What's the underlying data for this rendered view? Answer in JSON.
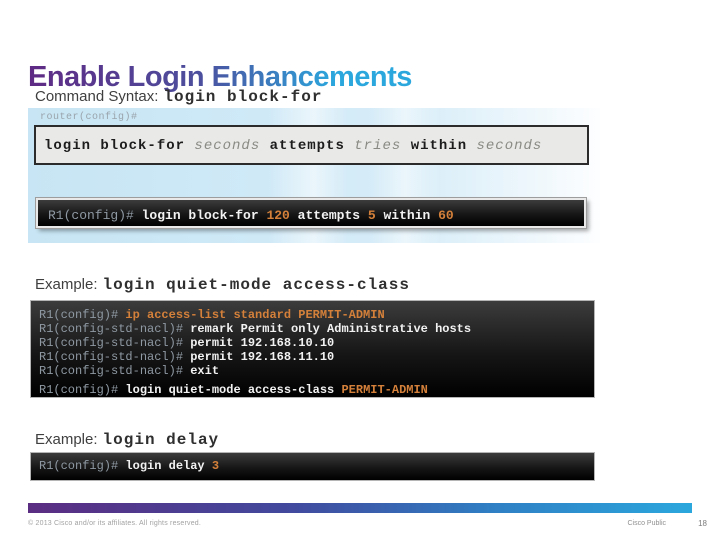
{
  "title": "Enable Login Enhancements",
  "command_syntax": {
    "label": "Command Syntax:",
    "command": "login block-for"
  },
  "syntax_panel": {
    "prompt": "router(config)#",
    "syntax": [
      {
        "text": "login block-for ",
        "style": "kw"
      },
      {
        "text": "seconds ",
        "style": "var"
      },
      {
        "text": "attempts ",
        "style": "kw"
      },
      {
        "text": "tries ",
        "style": "var"
      },
      {
        "text": "within ",
        "style": "kw"
      },
      {
        "text": "seconds",
        "style": "var"
      }
    ],
    "console_line": [
      {
        "text": "R1(config)# ",
        "style": "prompt"
      },
      {
        "text": "login block-for ",
        "style": "cmd"
      },
      {
        "text": "120 ",
        "style": "arg"
      },
      {
        "text": "attempts ",
        "style": "cmd"
      },
      {
        "text": "5 ",
        "style": "arg"
      },
      {
        "text": "within ",
        "style": "cmd"
      },
      {
        "text": "60",
        "style": "arg"
      }
    ]
  },
  "example_quiet_mode": {
    "label": "Example:",
    "command": "login quiet-mode access-class"
  },
  "quiet_mode_console": {
    "lines": [
      [
        {
          "text": "R1(config)# ",
          "style": "prompt"
        },
        {
          "text": "ip access-list standard PERMIT-ADMIN",
          "style": "arg"
        }
      ],
      [
        {
          "text": "R1(config-std-nacl)# ",
          "style": "prompt"
        },
        {
          "text": "remark Permit only Administrative hosts",
          "style": "cmd"
        }
      ],
      [
        {
          "text": "R1(config-std-nacl)# ",
          "style": "prompt"
        },
        {
          "text": "permit 192.168.10.10",
          "style": "cmd"
        }
      ],
      [
        {
          "text": "R1(config-std-nacl)# ",
          "style": "prompt"
        },
        {
          "text": "permit 192.168.11.10",
          "style": "cmd"
        }
      ],
      [
        {
          "text": "R1(config-std-nacl)# ",
          "style": "prompt"
        },
        {
          "text": "exit",
          "style": "cmd"
        }
      ],
      [
        {
          "text": "R1(config)# ",
          "style": "prompt"
        },
        {
          "text": "login quiet-mode access-class ",
          "style": "cmd"
        },
        {
          "text": "PERMIT-ADMIN",
          "style": "arg"
        }
      ]
    ]
  },
  "example_delay": {
    "label": "Example:",
    "command": "login delay"
  },
  "delay_console": {
    "lines": [
      [
        {
          "text": "R1(config)# ",
          "style": "prompt"
        },
        {
          "text": "login delay ",
          "style": "cmd"
        },
        {
          "text": "3",
          "style": "arg"
        }
      ]
    ]
  },
  "footer": {
    "copyright": "© 2013 Cisco and/or its affiliates. All rights reserved.",
    "classification": "Cisco Public",
    "page": "18"
  },
  "colors": {
    "accent_orange": "#d4803a",
    "prompt_gray": "#8f99a3",
    "title_purple": "#5f2a84",
    "title_blue": "#2ba7dd"
  }
}
